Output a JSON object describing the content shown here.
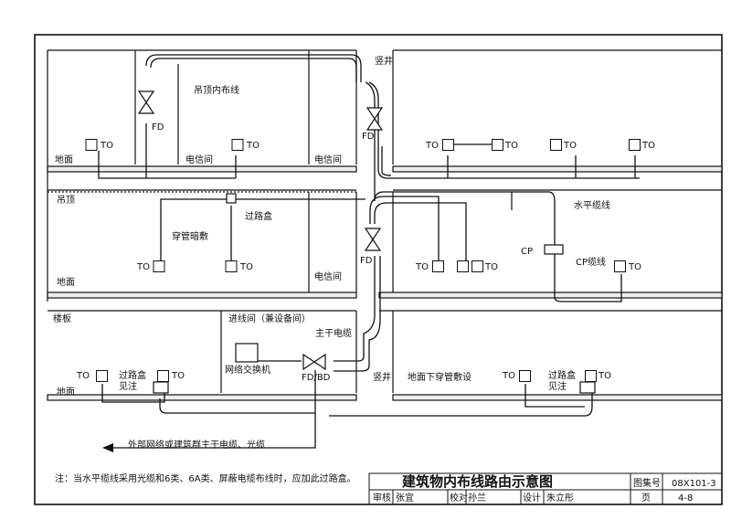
{
  "title_block": {
    "drawing_title": "建筑物内布线路由示意图",
    "atlas_label": "图集号",
    "atlas_no": "08X101-3",
    "review_label": "审核",
    "reviewer": "张宜",
    "check_label": "校对",
    "checker": "孙兰",
    "design_label": "设计",
    "designer": "朱立彤",
    "page_label": "页",
    "page_no": "4-8"
  },
  "labels": {
    "shaft_top": "竖井",
    "shaft_bottom": "竖井",
    "ceiling_cable": "吊顶内布线",
    "fd": "FD",
    "fd_bd": "FD/BD",
    "floor": "地面",
    "telecom_room": "电信间",
    "ceiling": "吊顶",
    "pull_box": "过路盒",
    "conduit": "穿管暗敷",
    "horizontal_cable": "水平缆线",
    "cp": "CP",
    "cp_cable": "CP缆线",
    "floor_slab": "楼板",
    "entrance_room": "进线间（兼设备间）",
    "trunk_cable": "主干电缆",
    "network_switch": "网络交换机",
    "see_note": "见注",
    "underfloor": "地面下穿管敷设",
    "external": "外部网络或建筑群主干电缆、光缆",
    "to": "TO"
  },
  "note": "注：当水平缆线采用光缆和6类、6A类、屏蔽电缆布线时，应加此过路盒。"
}
